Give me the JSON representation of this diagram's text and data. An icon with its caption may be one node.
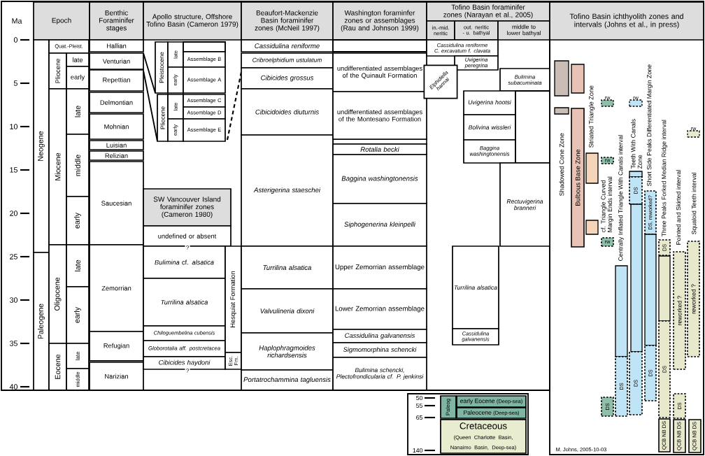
{
  "diagram": {
    "nodes": [
      {
        "text": [
          "Epoch"
        ]
      },
      {
        "text": [
          "Benthic Foraminifer stages"
        ]
      },
      {
        "text": [
          "Apollo structure, Offshore Tofino Basin (Cameron 1979)"
        ]
      },
      {
        "text": [
          "Beaufort-Mackenzie Basin foraminifer zones (McNeil 1997)"
        ]
      },
      {
        "text": [
          "Washington foraminfer zones or assemblages (Rau and Johnson 1999)"
        ]
      },
      {
        "text": [
          "Tofino Basin foraminifer zones (Narayan et al., 2005)"
        ]
      },
      {
        "text": [
          "in.-mid. neritic"
        ]
      },
      {
        "text": [
          "out. neritic - u. bathyal"
        ]
      },
      {
        "text": [
          "middle to lower bathyal"
        ]
      },
      {
        "text": [
          "Tofino Basin ichthyolith zones and intervals (Johns et al., in press)"
        ]
      },
      {
        "text": [
          "Neogene"
        ]
      },
      {
        "text": [
          "Paleogene"
        ]
      },
      {
        "text": [
          "Quat.-Pleist."
        ]
      },
      {
        "text": [
          "Pliocene"
        ]
      },
      {
        "text": [
          "late"
        ]
      },
      {
        "text": [
          "early"
        ]
      },
      {
        "text": [
          "Miocene"
        ]
      },
      {
        "text": [
          "late"
        ]
      },
      {
        "text": [
          "middle"
        ]
      },
      {
        "text": [
          "early"
        ]
      },
      {
        "text": [
          "Oligocene"
        ]
      },
      {
        "text": [
          "late"
        ]
      },
      {
        "text": [
          "early"
        ]
      },
      {
        "text": [
          "Eocene"
        ]
      },
      {
        "text": [
          "late"
        ]
      },
      {
        "text": [
          "middle"
        ]
      },
      {
        "text": [
          "Hallian"
        ]
      },
      {
        "text": [
          "Venturian"
        ]
      },
      {
        "text": [
          "Repettian"
        ]
      },
      {
        "text": [
          "Delmontian"
        ]
      },
      {
        "text": [
          "Mohnian"
        ]
      },
      {
        "text": [
          "Luisian"
        ]
      },
      {
        "text": [
          "Relizian"
        ]
      },
      {
        "text": [
          "Saucesian"
        ]
      },
      {
        "text": [
          "Zemorrian"
        ]
      },
      {
        "text": [
          "Refugian"
        ]
      },
      {
        "text": [
          "Narizian"
        ]
      },
      {
        "text": [
          "Pleistocene"
        ]
      },
      {
        "text": [
          "late"
        ]
      },
      {
        "text": [
          "early"
        ]
      },
      {
        "text": [],
        "shape": "box"
      },
      {
        "text": [
          "Assemblage B"
        ]
      },
      {
        "text": [
          "Assemblage A"
        ]
      },
      {
        "text": [
          "Pliocene"
        ]
      },
      {
        "text": [
          "late"
        ]
      },
      {
        "text": [
          "early"
        ]
      },
      {
        "text": [
          "Assemblage C"
        ]
      },
      {
        "text": [
          "Assemblage D"
        ]
      },
      {
        "text": [
          "Assemblage E"
        ]
      },
      {
        "text": [
          "SW Vancouver Island foraminifer zones (Cameron 1980)"
        ]
      },
      {
        "text": [
          "undefined or absent"
        ]
      },
      {
        "text": [
          "*Bulimina* cf. *alsatica*"
        ]
      },
      {
        "text": [
          "Turrilina alsatica"
        ]
      },
      {
        "text": [
          "Chiloguembelina cubensis"
        ]
      },
      {
        "text": [
          "Globorotalia aff. postcretacea"
        ]
      },
      {
        "text": [
          "Cibicides haydoni"
        ]
      },
      {
        "text": [
          "Hesquiat Formation"
        ]
      },
      {
        "text": [
          "Esc. Fm."
        ]
      },
      {
        "text": [
          "Cassidulina reniforme"
        ]
      },
      {
        "text": [
          "Cribroelphidium ustulatum"
        ]
      },
      {
        "text": [
          "Cibicides grossus"
        ]
      },
      {
        "text": [
          "Cibicidoides diuturnis"
        ]
      },
      {
        "text": [
          "Asterigerina staeschei"
        ]
      },
      {
        "text": [
          "Turrilina alsatica"
        ]
      },
      {
        "text": [
          "Valvulineria dixoni"
        ]
      },
      {
        "text": [
          "Haplophragmoides richardsensis"
        ]
      },
      {
        "text": [
          "Portatrochammina tagluensis"
        ]
      },
      {
        "text": [],
        "shape": "box"
      },
      {
        "text": [
          "undifferentiated assemblages of the Quinault Formation"
        ]
      },
      {
        "text": [
          "undifferentiated assemblages of the Montesano Formation"
        ]
      },
      {
        "text": [
          "Rotalia becki"
        ]
      },
      {
        "text": [
          "Baggina washingtonensis"
        ]
      },
      {
        "text": [
          "Siphogenerina kleinpelli"
        ]
      },
      {
        "text": [
          "Upper Zemorrian assemblage"
        ]
      },
      {
        "text": [
          "Lower Zemorrian assemblage"
        ]
      },
      {
        "text": [
          "Cassidulina galvanensis"
        ]
      },
      {
        "text": [
          "Sigmomorphina schencki"
        ]
      },
      {
        "text": [
          "Bulimina schencki, Plectofrondicularia cf. P. jenkinsi"
        ]
      },
      {
        "text": [
          "Cassidulina reniforme C. excavatum f. clavata"
        ]
      },
      {
        "text": [
          "Uvigerina peregrina"
        ]
      },
      {
        "text": [
          "Elphidiella hannai"
        ]
      },
      {
        "text": [
          "Bulimina subacuminata"
        ]
      },
      {
        "text": [
          "Uvigerina hootsi"
        ]
      },
      {
        "text": [
          "Bolivina wissleri"
        ]
      },
      {
        "text": [
          "Baggina washingtonensis"
        ]
      },
      {
        "text": [],
        "shape": "box"
      },
      {
        "text": [
          "Rectuvigerina branneri"
        ]
      },
      {
        "text": [
          "Turrilina alsatica"
        ]
      },
      {
        "text": [
          "Cassidulina galvanensis"
        ]
      },
      {
        "text": [],
        "shape": "bar"
      },
      {
        "text": [],
        "shape": "bar"
      },
      {
        "text": [],
        "shape": "bar"
      },
      {
        "text": [
          "Bulbous Base Zone"
        ]
      },
      {
        "text": [],
        "shape": "bar"
      },
      {
        "text": [],
        "shape": "bar"
      },
      {
        "text": [],
        "shape": "bar",
        "beside": [
          "rw"
        ]
      },
      {
        "text": [
          "rw"
        ]
      },
      {
        "text": [
          "rw"
        ]
      },
      {
        "text": [
          "DS"
        ]
      },
      {
        "text": [],
        "shape": "bar"
      },
      {
        "text": [
          "DS"
        ]
      },
      {
        "text": [],
        "shape": "bar",
        "beside": [
          "rw"
        ]
      },
      {
        "text": [],
        "shape": "bar"
      },
      {
        "text": [
          "DS"
        ]
      },
      {
        "text": [],
        "shape": "bar"
      },
      {
        "text": [
          "DS"
        ]
      },
      {
        "text": [
          "DS, reworked?"
        ]
      },
      {
        "text": [],
        "shape": "bar"
      },
      {
        "text": [
          "DS"
        ]
      },
      {
        "text": [
          "DS"
        ]
      },
      {
        "text": [],
        "shape": "bar"
      },
      {
        "text": [
          "DS"
        ]
      },
      {
        "text": [
          "QCB NB DS"
        ]
      },
      {
        "text": [
          "reworked ?"
        ]
      },
      {
        "text": [
          "DS"
        ]
      },
      {
        "text": [
          "QCB NB DS"
        ]
      },
      {
        "text": [],
        "shape": "bar",
        "beside": [
          "rw"
        ]
      },
      {
        "text": [
          "reworked ?"
        ]
      },
      {
        "text": [
          "QCB NB DS"
        ]
      },
      {
        "text": [
          "Paleog"
        ]
      },
      {
        "text": [
          "early Eocene",
          "(Deep-sea)"
        ]
      },
      {
        "text": [
          "Paleocene",
          "(Deep-sea)"
        ]
      },
      {
        "text": [
          "Cretaceous",
          "(Queen Charlotte Basin, Nanaimo Basin, Deep-sea)"
        ]
      }
    ],
    "labels": [
      "Ma",
      "0",
      "5",
      "10",
      "15",
      "20",
      "25",
      "30",
      "35",
      "40",
      "?",
      "?",
      "Shadowed Cone Zone",
      "Striated Triangle Zone",
      "cf. Triangle Curved Margin Ends interval",
      "Centrally Inflated Triangle With Canals interval",
      "Teeth With Canals Zone",
      "Short Side Peaks Differentiated Margin Zone",
      "Three Peaks Forked Median Ridge interval",
      "Pointed and Skirted interval",
      "Squaloid Teeth interval",
      "50",
      "55",
      "65",
      "140",
      "M. Johns, 2005-10-03"
    ]
  }
}
